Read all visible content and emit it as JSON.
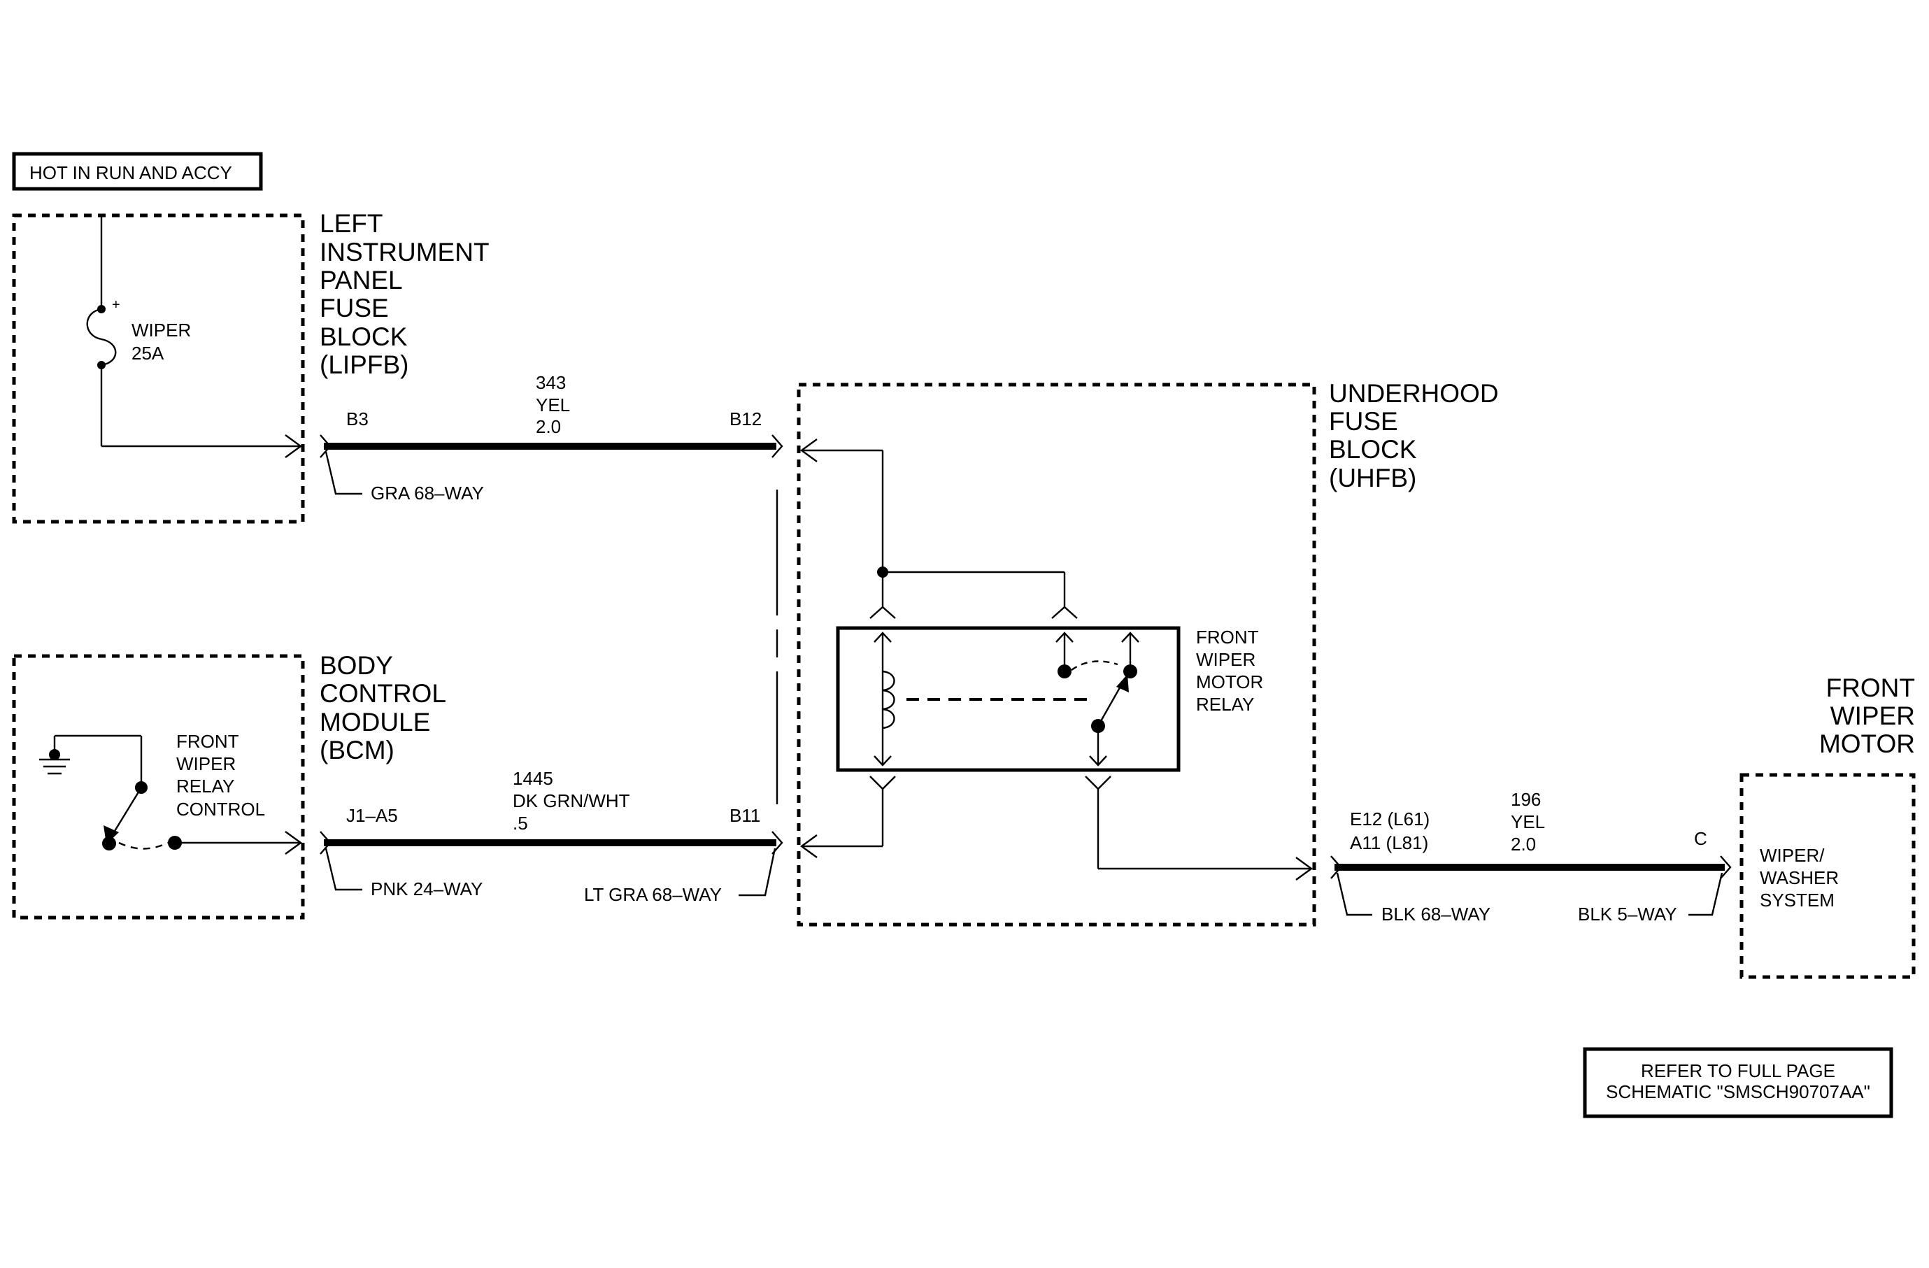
{
  "notes": {
    "hot_in": "HOT IN RUN AND ACCY",
    "refer_line1": "REFER TO FULL PAGE",
    "refer_line2": "SCHEMATIC \"SMSCH90707AA\""
  },
  "lipfb": {
    "name_lines": [
      "LEFT",
      "INSTRUMENT",
      "PANEL",
      "FUSE",
      "BLOCK",
      "(LIPFB)"
    ],
    "fuse_name": "WIPER",
    "fuse_rating": "25A",
    "fuse_polarity": "+"
  },
  "bcm": {
    "name_lines": [
      "BODY",
      "CONTROL",
      "MODULE",
      "(BCM)"
    ],
    "switch_label_lines": [
      "FRONT",
      "WIPER",
      "RELAY",
      "CONTROL"
    ]
  },
  "uhfb": {
    "name_lines": [
      "UNDERHOOD",
      "FUSE",
      "BLOCK",
      "(UHFB)"
    ],
    "relay_label_lines": [
      "FRONT",
      "WIPER",
      "MOTOR",
      "RELAY"
    ]
  },
  "motor": {
    "name_lines": [
      "FRONT",
      "WIPER",
      "MOTOR"
    ],
    "system_lines": [
      "WIPER/",
      "WASHER",
      "SYSTEM"
    ]
  },
  "wires": {
    "w343": {
      "pin_left": "B3",
      "pin_right": "B12",
      "circuit": "343",
      "color": "YEL",
      "gauge": "2.0",
      "conn_left": "GRA 68–WAY"
    },
    "w1445": {
      "pin_left": "J1–A5",
      "pin_right": "B11",
      "circuit": "1445",
      "color": "DK GRN/WHT",
      "gauge": ".5",
      "conn_left": "PNK 24–WAY",
      "conn_right": "LT GRA 68–WAY"
    },
    "w196": {
      "pin_left_1": "E12 (L61)",
      "pin_left_2": "A11 (L81)",
      "pin_right": "C",
      "circuit": "196",
      "color": "YEL",
      "gauge": "2.0",
      "conn_left": "BLK 68–WAY",
      "conn_right": "BLK 5–WAY"
    }
  }
}
